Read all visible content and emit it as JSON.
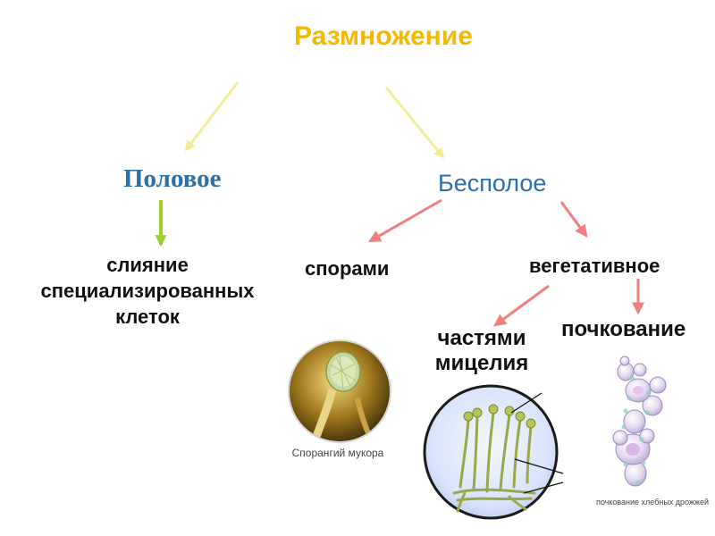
{
  "diagram": {
    "title": "Размножение",
    "sexual": "Половое",
    "asexual": "Бесполое",
    "fusion": "слияние специализированных клеток",
    "spores": "спорами",
    "vegetative": "вегетативное",
    "mycelium": "частями мицелия",
    "budding": "почкование",
    "caption_sporangium": "Спорангий мукора",
    "caption_yeast": "почкование хлебных дрожжей"
  },
  "colors": {
    "title": "#f5b800",
    "category": "#2d6fa8",
    "arrow_yellow": "#f2ee98",
    "arrow_green": "#9cd02a",
    "arrow_pink": "#f08080"
  }
}
